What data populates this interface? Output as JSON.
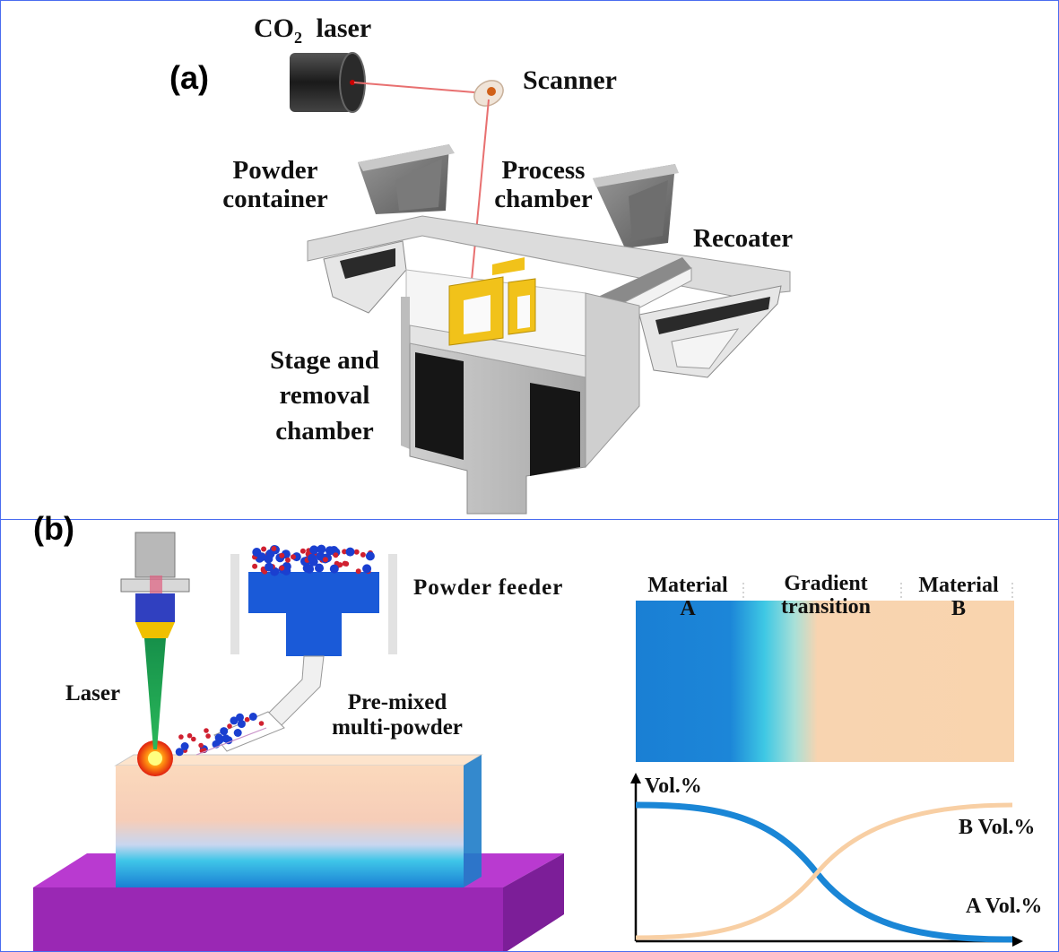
{
  "panel_a": {
    "tag": "(a)",
    "labels": {
      "co2_laser": "CO",
      "co2_subscript": "2",
      "co2_laser_word": "laser",
      "scanner": "Scanner",
      "powder_container_line1": "Powder",
      "powder_container_line2": "container",
      "process_chamber_line1": "Process",
      "process_chamber_line2": "chamber",
      "recoater": "Recoater",
      "stage_line1": "Stage and",
      "stage_line2": "removal",
      "stage_line3": "chamber"
    }
  },
  "panel_b": {
    "tag": "(b)",
    "labels": {
      "powder_feeder": "Powder feeder",
      "laser": "Laser",
      "premixed_line1": "Pre-mixed",
      "premixed_line2": "multi-powder",
      "material_a_line1": "Material",
      "material_a_line2": "A",
      "gradient_line1": "Gradient",
      "gradient_line2": "transition",
      "material_b_line1": "Material",
      "material_b_line2": "B",
      "vol_axis": "Vol.%",
      "b_vol": "B Vol.%",
      "a_vol": "A Vol.%"
    },
    "colors": {
      "material_a": "#1a86d6",
      "material_b": "#f9d2ab",
      "gradient_mid": "#3cc8e0",
      "substrate": "#a030c0",
      "beam": "#1aa04a",
      "curve_a": "#1a86d6",
      "curve_b": "#f8cfa4",
      "powder_red": "#d02030",
      "powder_blue": "#1a3fd0"
    }
  }
}
